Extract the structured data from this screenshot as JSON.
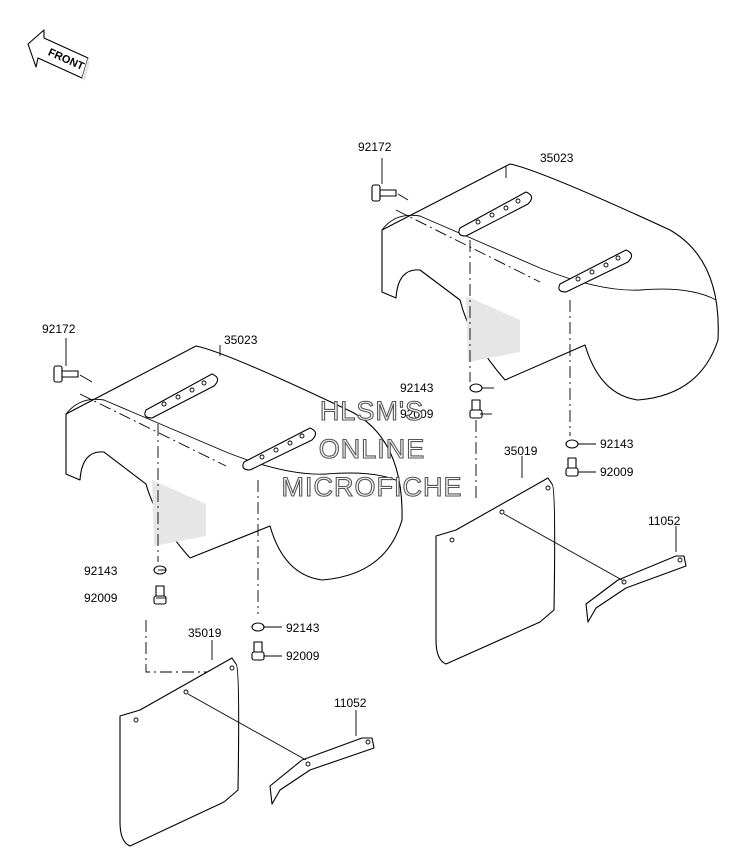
{
  "front_label": "FRONT",
  "watermark": [
    "HLSM'S",
    "ONLINE",
    "MICROFICHE"
  ],
  "callouts": {
    "bolt_upper": "92172",
    "fender_upper": "35023",
    "washer_upper_1": "92143",
    "bolt_small_upper_1": "92009",
    "washer_upper_2": "92143",
    "bolt_small_upper_2": "92009",
    "flap_upper": "35019",
    "bracket_upper": "11052",
    "bolt_lower": "92172",
    "fender_lower": "35023",
    "washer_lower_1": "92143",
    "bolt_small_lower_1": "92009",
    "washer_lower_2": "92143",
    "bolt_small_lower_2": "92009",
    "flap_lower": "35019",
    "bracket_lower": "11052"
  }
}
